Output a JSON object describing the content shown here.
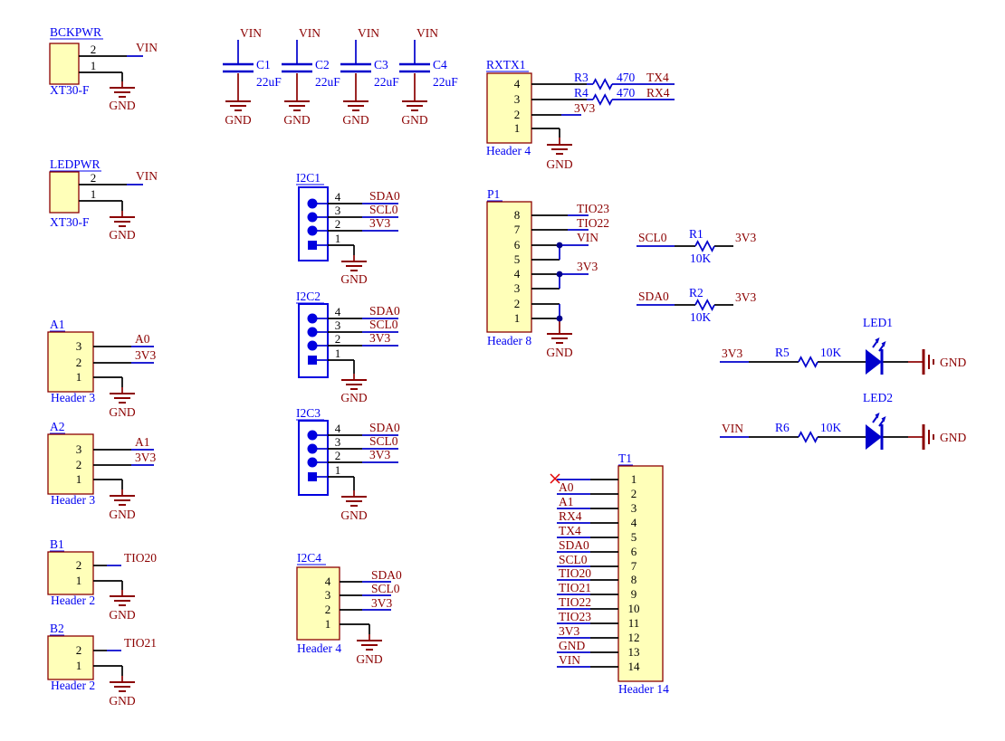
{
  "colors": {
    "blue_text": "#0000F0",
    "wire_blue": "#0000CC",
    "wire_black": "#000000",
    "maroon": "#8B0000",
    "body_fill": "#FFFFB9",
    "junction": "#00008B",
    "no_connect_x": "#E00000",
    "background": "#FFFFFF"
  },
  "bckpwr": {
    "ref": "BCKPWR",
    "fp": "XT30-F",
    "pin2": "2",
    "pin1": "1",
    "vin": "VIN",
    "gnd": "GND"
  },
  "ledpwr": {
    "ref": "LEDPWR",
    "fp": "XT30-F",
    "pin2": "2",
    "pin1": "1",
    "vin": "VIN",
    "gnd": "GND"
  },
  "caps": [
    {
      "ref": "C1",
      "value": "22uF",
      "top": "VIN",
      "bot": "GND"
    },
    {
      "ref": "C2",
      "value": "22uF",
      "top": "VIN",
      "bot": "GND"
    },
    {
      "ref": "C3",
      "value": "22uF",
      "top": "VIN",
      "bot": "GND"
    },
    {
      "ref": "C4",
      "value": "22uF",
      "top": "VIN",
      "bot": "GND"
    }
  ],
  "rxtx1": {
    "ref": "RXTX1",
    "type": "Header 4",
    "p4": "4",
    "p3": "3",
    "p2": "2",
    "p1": "1",
    "r3_ref": "R3",
    "r3_val": "470",
    "r3_net": "TX4",
    "r4_ref": "R4",
    "r4_val": "470",
    "r4_net": "RX4",
    "n2": "3V3",
    "gnd": "GND"
  },
  "p1": {
    "ref": "P1",
    "type": "Header 8",
    "p8": "8",
    "p7": "7",
    "p6": "6",
    "p5": "5",
    "p4": "4",
    "p3": "3",
    "p2": "2",
    "p1": "1",
    "n8": "TIO23",
    "n7": "TIO22",
    "n6": "VIN",
    "n4": "3V3",
    "gnd": "GND"
  },
  "i2c1": {
    "ref": "I2C1",
    "p4": "4",
    "p3": "3",
    "p2": "2",
    "p1": "1",
    "n4": "SDA0",
    "n3": "SCL0",
    "n2": "3V3",
    "gnd": "GND"
  },
  "i2c2": {
    "ref": "I2C2",
    "p4": "4",
    "p3": "3",
    "p2": "2",
    "p1": "1",
    "n4": "SDA0",
    "n3": "SCL0",
    "n2": "3V3",
    "gnd": "GND"
  },
  "i2c3": {
    "ref": "I2C3",
    "p4": "4",
    "p3": "3",
    "p2": "2",
    "p1": "1",
    "n4": "SDA0",
    "n3": "SCL0",
    "n2": "3V3",
    "gnd": "GND"
  },
  "i2c4": {
    "ref": "I2C4",
    "type": "Header 4",
    "p4": "4",
    "p3": "3",
    "p2": "2",
    "p1": "1",
    "n4": "SDA0",
    "n3": "SCL0",
    "n2": "3V3",
    "gnd": "GND"
  },
  "a1": {
    "ref": "A1",
    "type": "Header 3",
    "p3": "3",
    "p2": "2",
    "p1": "1",
    "n3": "A0",
    "n2": "3V3",
    "gnd": "GND"
  },
  "a2": {
    "ref": "A2",
    "type": "Header 3",
    "p3": "3",
    "p2": "2",
    "p1": "1",
    "n3": "A1",
    "n2": "3V3",
    "gnd": "GND"
  },
  "b1": {
    "ref": "B1",
    "type": "Header 2",
    "p2": "2",
    "p1": "1",
    "n2": "TIO20",
    "gnd": "GND"
  },
  "b2": {
    "ref": "B2",
    "type": "Header 2",
    "p2": "2",
    "p1": "1",
    "n2": "TIO21",
    "gnd": "GND"
  },
  "r1": {
    "ref": "R1",
    "value": "10K",
    "left": "SCL0",
    "right": "3V3"
  },
  "r2": {
    "ref": "R2",
    "value": "10K",
    "left": "SDA0",
    "right": "3V3"
  },
  "led1": {
    "ref": "LED1",
    "res_ref": "R5",
    "res_value": "10K",
    "left": "3V3",
    "right": "GND"
  },
  "led2": {
    "ref": "LED2",
    "res_ref": "R6",
    "res_value": "10K",
    "left": "VIN",
    "right": "GND"
  },
  "t1": {
    "ref": "T1",
    "type": "Header 14",
    "pins": [
      "1",
      "2",
      "3",
      "4",
      "5",
      "6",
      "7",
      "8",
      "9",
      "10",
      "11",
      "12",
      "13",
      "14"
    ],
    "nets": [
      "A0",
      "A1",
      "RX4",
      "TX4",
      "SDA0",
      "SCL0",
      "TIO20",
      "TIO21",
      "TIO22",
      "TIO23",
      "3V3",
      "GND",
      "VIN"
    ]
  }
}
